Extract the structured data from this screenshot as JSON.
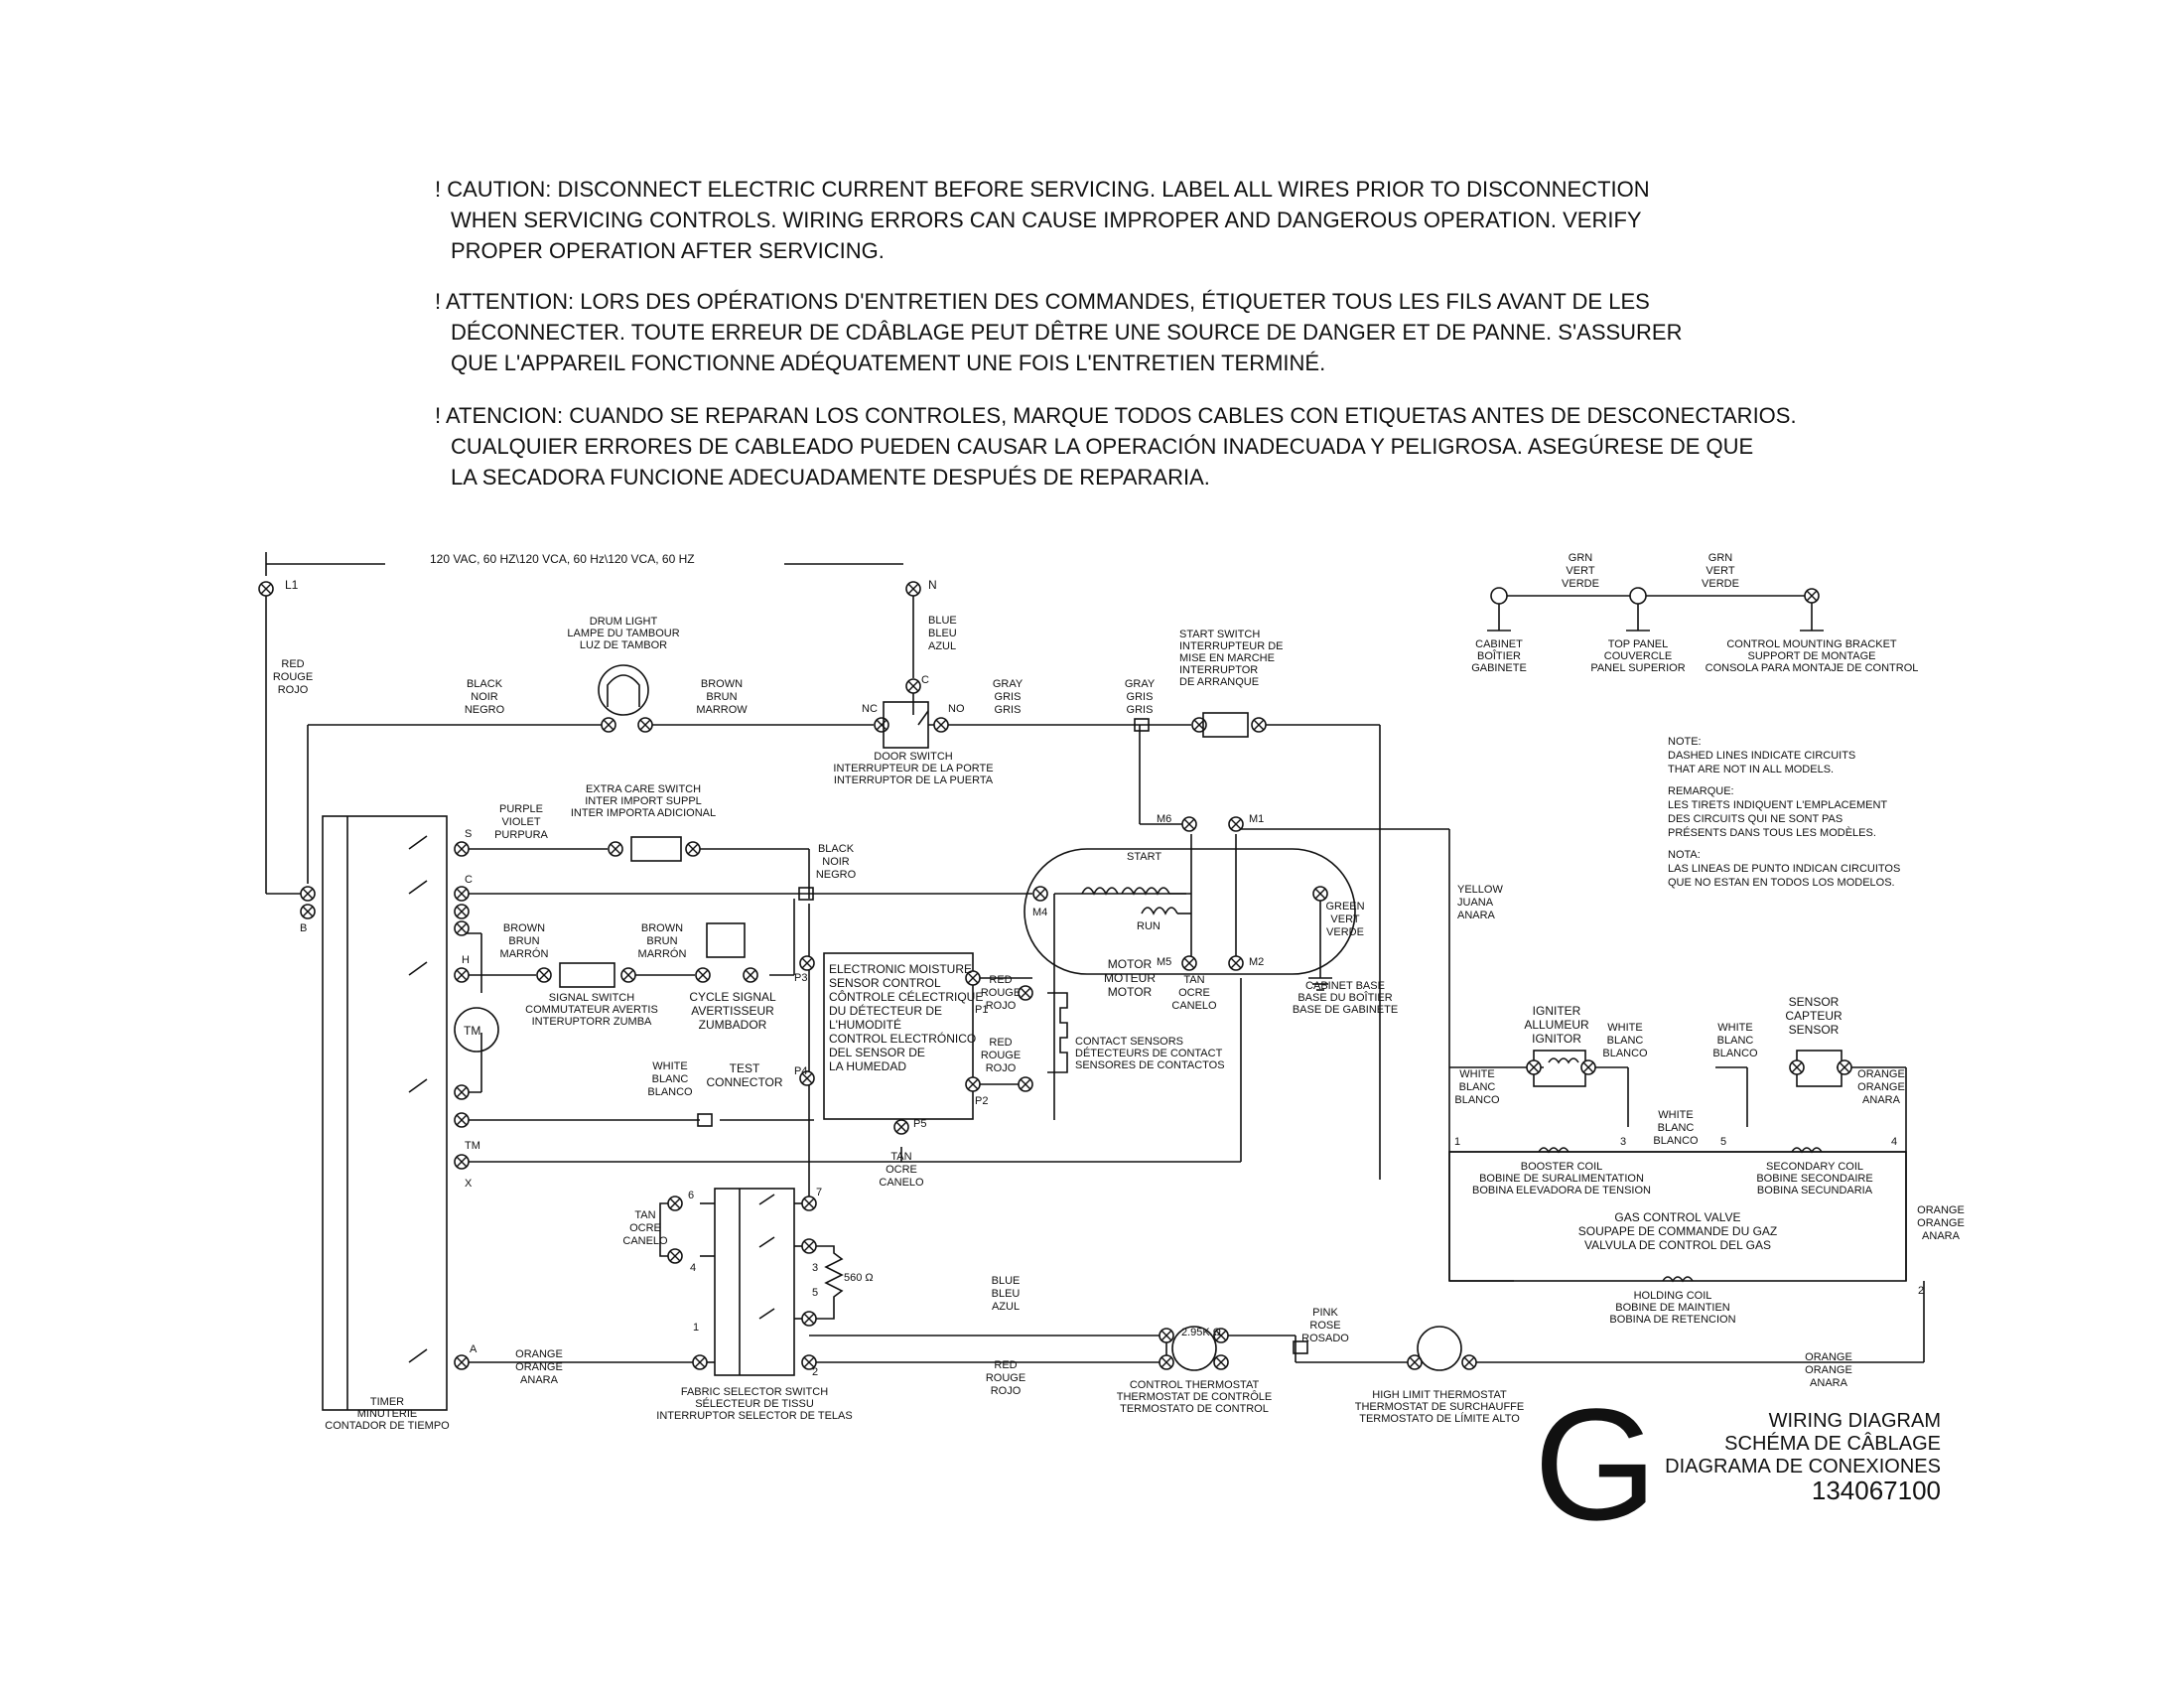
{
  "cautions": [
    {
      "lines": [
        "! CAUTION: DISCONNECT ELECTRIC CURRENT BEFORE SERVICING. LABEL ALL WIRES PRIOR TO DISCONNECTION",
        "WHEN SERVICING CONTROLS. WIRING ERRORS CAN CAUSE IMPROPER AND DANGEROUS OPERATION. VERIFY",
        "PROPER OPERATION AFTER SERVICING."
      ]
    },
    {
      "lines": [
        "! ATTENTION: LORS DES OPÉRATIONS D'ENTRETIEN DES COMMANDES, ÉTIQUETER TOUS LES FILS AVANT DE LES",
        "DÉCONNECTER. TOUTE ERREUR DE CDÂBLAGE PEUT DÊTRE UNE SOURCE DE DANGER ET DE PANNE. S'ASSURER",
        "QUE L'APPAREIL FONCTIONNE ADÉQUATEMENT UNE FOIS L'ENTRETIEN TERMINÉ."
      ]
    },
    {
      "lines": [
        "! ATENCION: CUANDO SE REPARAN LOS CONTROLES, MARQUE TODOS CABLES CON ETIQUETAS ANTES DE DESCONECTARIOS.",
        "CUALQUIER ERRORES DE CABLEADO PUEDEN CAUSAR LA OPERACIÓN INADECUADA Y PELIGROSA. ASEGÚRESE DE QUE",
        "LA SECADORA FUNCIONE ADECUADAMENTE DESPUÉS DE REPARARIA."
      ]
    }
  ],
  "supply": "120 VAC, 60 HZ\\120 VCA, 60 Hz\\120 VCA, 60 HZ",
  "terminals": {
    "l1": "L1",
    "n": "N",
    "c": "C",
    "nc": "NC",
    "no": "NO",
    "b": "B",
    "s": "S",
    "timer_c": "C",
    "h": "H",
    "tm": "TM",
    "x": "X",
    "a": "A",
    "m1": "M1",
    "m2": "M2",
    "m4": "M4",
    "m5": "M5",
    "m6": "M6",
    "p1": "P1",
    "p2": "P2",
    "p3": "P3",
    "p4": "P4",
    "p5": "P5",
    "f1": "1",
    "f2": "2",
    "f3": "3",
    "f4": "4",
    "f5": "5",
    "f6": "6",
    "f7": "7",
    "g1": "1",
    "g2": "2",
    "g3": "3",
    "g4": "4",
    "g5": "5",
    "tm_motor": "TM",
    "resistor": "560 Ω",
    "thermistor": "2.95K Ω",
    "start": "START",
    "run": "RUN"
  },
  "wires": {
    "red_l1": [
      "RED",
      "ROUGE",
      "ROJO"
    ],
    "black_top": [
      "BLACK",
      "NOIR",
      "NEGRO"
    ],
    "brown_top": [
      "BROWN",
      "BRUN",
      "MARROW"
    ],
    "blue_n": [
      "BLUE",
      "BLEU",
      "AZUL"
    ],
    "gray_1": [
      "GRAY",
      "GRIS",
      "GRIS"
    ],
    "gray_2": [
      "GRAY",
      "GRIS",
      "GRIS"
    ],
    "purple": [
      "PURPLE",
      "VIOLET",
      "PURPURA"
    ],
    "black_mid": [
      "BLACK",
      "NOIR",
      "NEGRO"
    ],
    "brown_1": [
      "BROWN",
      "BRUN",
      "MARRÓN"
    ],
    "brown_2": [
      "BROWN",
      "BRUN",
      "MARRÓN"
    ],
    "white_mid": [
      "WHITE",
      "BLANC",
      "BLANCO"
    ],
    "red_p1": [
      "RED",
      "ROUGE",
      "ROJO"
    ],
    "red_p2": [
      "RED",
      "ROUGE",
      "ROJO"
    ],
    "tan_m5": [
      "TAN",
      "OCRE",
      "CANELO"
    ],
    "tan_p5": [
      "TAN",
      "OCRE",
      "CANELO"
    ],
    "tan_fabric": [
      "TAN",
      "OCRE",
      "CANELO"
    ],
    "green_base": [
      "GREEN",
      "VERT",
      "VERDE"
    ],
    "yellow": [
      "YELLOW",
      "JUANA",
      "ANARA"
    ],
    "orange_a": [
      "ORANGE",
      "ORANGE",
      "ANARA"
    ],
    "blue_ct": [
      "BLUE",
      "BLEU",
      "AZUL"
    ],
    "red_ct": [
      "RED",
      "ROUGE",
      "ROJO"
    ],
    "pink": [
      "PINK",
      "ROSE",
      "ROSADO"
    ],
    "orange_hl": [
      "ORANGE",
      "ORANGE",
      "ANARA"
    ],
    "orange_right": [
      "ORANGE",
      "ORANGE",
      "ANARA"
    ],
    "orange_sensor": [
      "ORANGE",
      "ORANGE",
      "ANARA"
    ],
    "white_1": [
      "WHITE",
      "BLANC",
      "BLANCO"
    ],
    "white_2": [
      "WHITE",
      "BLANC",
      "BLANCO"
    ],
    "white_3": [
      "WHITE",
      "BLANC",
      "BLANCO"
    ],
    "white_4": [
      "WHITE",
      "BLANC",
      "BLANCO"
    ],
    "grn_1": [
      "GRN",
      "VERT",
      "VERDE"
    ],
    "grn_2": [
      "GRN",
      "VERT",
      "VERDE"
    ]
  },
  "components": {
    "drum_light": [
      "DRUM LIGHT",
      "LAMPE DU TAMBOUR",
      "LUZ DE TAMBOR"
    ],
    "door_switch": [
      "DOOR SWITCH",
      "INTERRUPTEUR DE LA PORTE",
      "INTERRUPTOR DE LA PUERTA"
    ],
    "start_switch": [
      "START SWITCH",
      "INTERRUPTEUR DE",
      "MISE EN MARCHE",
      "INTERRUPTOR",
      "DE ARRANQUE"
    ],
    "extra_care": [
      "EXTRA CARE SWITCH",
      "INTER IMPORT SUPPL",
      "INTER IMPORTA ADICIONAL"
    ],
    "signal_switch": [
      "SIGNAL SWITCH",
      "COMMUTATEUR AVERTIS",
      "INTERUPTORR ZUMBA"
    ],
    "cycle_signal": [
      "CYCLE SIGNAL",
      "AVERTISSEUR",
      "ZUMBADOR"
    ],
    "test_connector": [
      "TEST",
      "CONNECTOR"
    ],
    "moisture_control": [
      "ELECTRONIC MOISTURE",
      "SENSOR CONTROL",
      "CÔNTROLE CÉLECTRIQUE",
      "DU DÉTECTEUR DE",
      "L'HUMODITÉ",
      "CONTROL ELECTRÓNICO",
      "DEL SENSOR DE",
      "LA HUMEDAD"
    ],
    "contact_sensors": [
      "CONTACT SENSORS",
      "DÉTECTEURS DE CONTACT",
      "SENSORES DE CONTACTOS"
    ],
    "motor": [
      "MOTOR",
      "MOTEUR",
      "MOTOR"
    ],
    "cabinet_base": [
      "CABINET BASE",
      "BASE DU BOÎTIER",
      "BASE DE GABINETE"
    ],
    "timer": [
      "TIMER",
      "MINUTERIE",
      "CONTADOR DE TIEMPO"
    ],
    "fabric_selector": [
      "FABRIC SELECTOR SWITCH",
      "SÉLECTEUR DE TISSU",
      "INTERRUPTOR SELECTOR DE TELAS"
    ],
    "control_thermostat": [
      "CONTROL THERMOSTAT",
      "THERMOSTAT DE CONTRÔLE",
      "TERMOSTATO DE CONTROL"
    ],
    "high_limit": [
      "HIGH LIMIT THERMOSTAT",
      "THERMOSTAT DE SURCHAUFFE",
      "TERMOSTATO DE LÍMITE ALTO"
    ],
    "igniter": [
      "IGNITER",
      "ALLUMEUR",
      "IGNITOR"
    ],
    "sensor": [
      "SENSOR",
      "CAPTEUR",
      "SENSOR"
    ],
    "booster_coil": [
      "BOOSTER COIL",
      "BOBINE DE SURALIMENTATION",
      "BOBINA ELEVADORA DE TENSION"
    ],
    "secondary_coil": [
      "SECONDARY COIL",
      "BOBINE SECONDAIRE",
      "BOBINA SECUNDARIA"
    ],
    "gas_valve": [
      "GAS CONTROL VALVE",
      "SOUPAPE DE COMMANDE DU GAZ",
      "VALVULA DE CONTROL DEL GAS"
    ],
    "holding_coil": [
      "HOLDING COIL",
      "BOBINE DE MAINTIEN",
      "BOBINA DE RETENCION"
    ],
    "cabinet_ground": [
      "CABINET",
      "BOÎTIER",
      "GABINETE"
    ],
    "top_panel": [
      "TOP PANEL",
      "COUVERCLE",
      "PANEL SUPERIOR"
    ],
    "control_bracket": [
      "CONTROL MOUNTING BRACKET",
      "SUPPORT DE MONTAGE",
      "CONSOLA PARA MONTAJE DE CONTROL"
    ]
  },
  "note": [
    "NOTE:",
    "DASHED LINES INDICATE CIRCUITS",
    "THAT ARE NOT IN ALL MODELS.",
    "REMARQUE:",
    "LES TIRETS INDIQUENT L'EMPLACEMENT",
    "DES CIRCUITS QUI NE SONT PAS",
    "PRÉSENTS DANS TOUS LES MODÈLES.",
    "NOTA:",
    "LAS LINEAS DE PUNTO INDICAN CIRCUITOS",
    "QUE NO ESTAN EN TODOS LOS MODELOS."
  ],
  "title_block": {
    "letter": "G",
    "lines": [
      "WIRING DIAGRAM",
      "SCHÉMA DE CÂBLAGE",
      "DIAGRAMA DE CONEXIONES"
    ],
    "number": "134067100"
  }
}
